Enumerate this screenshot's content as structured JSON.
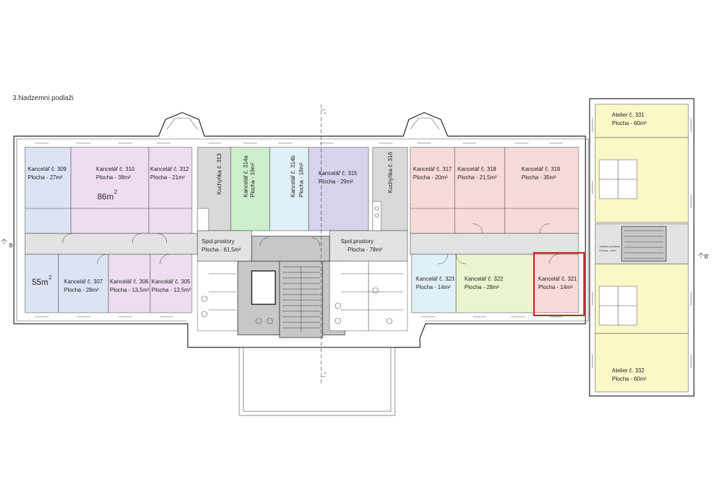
{
  "floor_title": "3.Nadzemni podlaži",
  "section_marks": {
    "left": "B",
    "right": "B'",
    "top": "A",
    "bottom": "A"
  },
  "area_notes": {
    "big_area": "86m",
    "big_area_sup": "2",
    "left_area": "55m",
    "left_area_sup": "2"
  },
  "rooms": {
    "r309": {
      "name": "Kancelář č. 309",
      "area": "Plocha - 27m²",
      "color": "#dde3f4"
    },
    "r310": {
      "name": "Kancelář č. 310",
      "area": "Plocha - 38m²",
      "color": "#efdcf2"
    },
    "r312": {
      "name": "Kancelář č. 312",
      "area": "Plocha - 21m²",
      "color": "#efdcf2"
    },
    "r313": {
      "name": "Kuchyňka č. 313",
      "color": "#d9d9d9"
    },
    "r314a": {
      "name": "Kancelář č. 314a",
      "area": "Plocha - 19m²",
      "color": "#cdeecd"
    },
    "r314b": {
      "name": "Kancelář č. 314b",
      "area": "Plocha - 18m²",
      "color": "#dff1f7"
    },
    "r315": {
      "name": "Kancelář č. 315",
      "area": "Plocha - 29m²",
      "color": "#d9d2ef"
    },
    "r316": {
      "name": "Kuchyňka č. 316",
      "color": "#d9d9d9"
    },
    "r317": {
      "name": "Kancelář č. 317",
      "area": "Plocha - 20m²",
      "color": "#f8dada"
    },
    "r318": {
      "name": "Kancelář č. 318",
      "area": "Plocha - 21,5m²",
      "color": "#f8dada"
    },
    "r319": {
      "name": "Kancelář č. 319",
      "area": "Plocha - 35m²",
      "color": "#f8dada"
    },
    "r307": {
      "name": "Kancelář č. 307",
      "area": "Plocha - 28m²",
      "color": "#dde3f4"
    },
    "r306": {
      "name": "Kancelář č. 306",
      "area": "Plocha - 13,5m²",
      "color": "#efdcf2"
    },
    "r305": {
      "name": "Kancelář č. 305",
      "area": "Plocha - 13,5m²",
      "color": "#efdcf2"
    },
    "r323": {
      "name": "Kancelář č. 323",
      "area": "Plocha - 14m²",
      "color": "#dff1f7"
    },
    "r322": {
      "name": "Kancelář č. 322",
      "area": "Plocha - 28m²",
      "color": "#eaf5cf"
    },
    "r321": {
      "name": "Kancelář č. 321",
      "area": "Plocha - 14m²",
      "color": "#f8dada"
    },
    "sp1": {
      "name": "Spol.prostory",
      "area": "Plocha - 61,5m²",
      "color": "#e3e3e3"
    },
    "sp2": {
      "name": "Spol.prostory",
      "area": "Plocha - 78m²",
      "color": "#e3e3e3"
    },
    "a331": {
      "name": "Atelier č. 331",
      "area": "Plocha - 60m²",
      "color": "#fbf8c8"
    },
    "a332": {
      "name": "Atelier č. 332",
      "area": "Plocha - 60m²",
      "color": "#fbf8c8"
    },
    "vp": {
      "name": "Veřejné prostory",
      "area": "Plocha - 11m²",
      "color": "#e3e3e3"
    }
  },
  "highlight": {
    "room": "Kancelář č. 321",
    "color": "#cc1f1f"
  }
}
